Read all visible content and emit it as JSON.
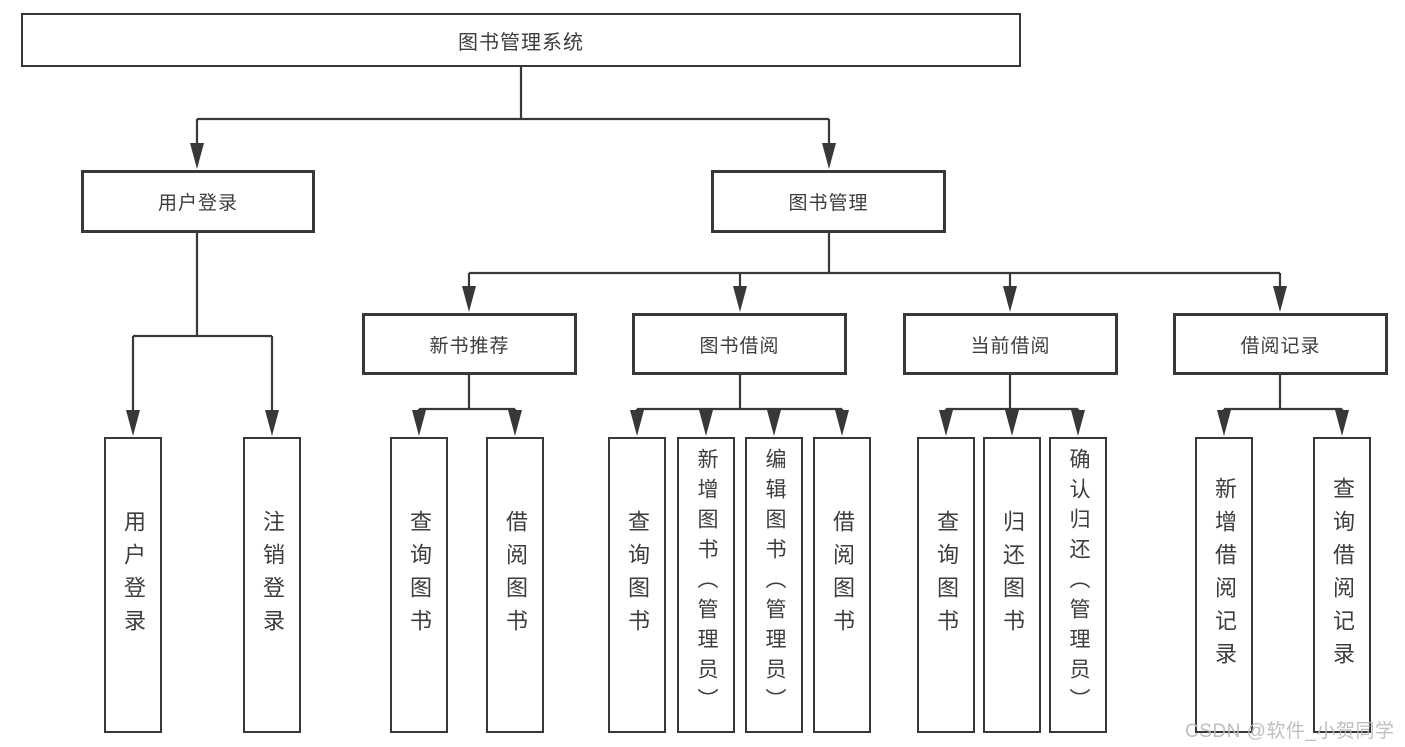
{
  "diagram_type": "hierarchy-tree",
  "colors": {
    "line": "#383838",
    "box_border": "#383838",
    "box_fill": "#ffffff",
    "text": "#3d3d3d",
    "watermark": "#b9b9b9"
  },
  "nodes": {
    "root": {
      "label": "图书管理系统"
    },
    "level2": [
      {
        "label": "用户登录"
      },
      {
        "label": "图书管理"
      }
    ],
    "level3": [
      {
        "label": "新书推荐"
      },
      {
        "label": "图书借阅"
      },
      {
        "label": "当前借阅"
      },
      {
        "label": "借阅记录"
      }
    ],
    "leaves": {
      "user_login": [
        {
          "label": "用户登录"
        },
        {
          "label": "注销登录"
        }
      ],
      "new_books": [
        {
          "label": "查询图书"
        },
        {
          "label": "借阅图书"
        }
      ],
      "book_borrow": [
        {
          "label": "查询图书"
        },
        {
          "label": "新增图书（管理员）"
        },
        {
          "label": "编辑图书（管理员）"
        },
        {
          "label": "借阅图书"
        }
      ],
      "current_borrow": [
        {
          "label": "查询图书"
        },
        {
          "label": "归还图书"
        },
        {
          "label": "确认归还（管理员）"
        }
      ],
      "borrow_records": [
        {
          "label": "新增借阅记录"
        },
        {
          "label": "查询借阅记录"
        }
      ]
    }
  },
  "edges": [
    "图书管理系统 -> 用户登录",
    "图书管理系统 -> 图书管理",
    "用户登录 -> 用户登录(叶)",
    "用户登录 -> 注销登录",
    "图书管理 -> 新书推荐",
    "图书管理 -> 图书借阅",
    "图书管理 -> 当前借阅",
    "图书管理 -> 借阅记录",
    "新书推荐 -> 查询图书",
    "新书推荐 -> 借阅图书",
    "图书借阅 -> 查询图书",
    "图书借阅 -> 新增图书（管理员）",
    "图书借阅 -> 编辑图书（管理员）",
    "图书借阅 -> 借阅图书",
    "当前借阅 -> 查询图书",
    "当前借阅 -> 归还图书",
    "当前借阅 -> 确认归还（管理员）",
    "借阅记录 -> 新增借阅记录",
    "借阅记录 -> 查询借阅记录"
  ],
  "watermark": "CSDN @软件_小贺同学"
}
